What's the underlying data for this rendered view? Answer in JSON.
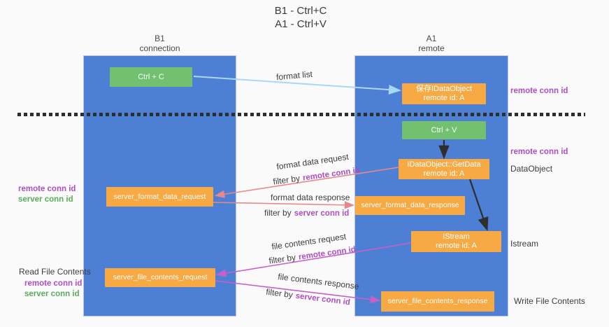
{
  "title": {
    "line1": "B1 - Ctrl+C",
    "line2": "A1 - Ctrl+V"
  },
  "columns": {
    "left": {
      "header_line1": "B1",
      "header_line2": "connection"
    },
    "right": {
      "header_line1": "A1",
      "header_line2": "remote"
    }
  },
  "boxes": {
    "ctrl_c": {
      "label": "Ctrl + C"
    },
    "save_idataobject": {
      "line1": "保存IDataObject",
      "line2": "remote id: A"
    },
    "ctrl_v": {
      "label": "Ctrl + V"
    },
    "getdata": {
      "line1": "IDataObject::GetData",
      "line2": "remote id: A"
    },
    "server_format_data_request": {
      "label": "server_format_data_request"
    },
    "server_format_data_response": {
      "label": "server_format_data_response"
    },
    "istream": {
      "line1": "IStream",
      "line2": "remote id: A"
    },
    "server_file_contents_request": {
      "label": "server_file_contents_request"
    },
    "server_file_contents_response": {
      "label": "server_file_contents_response"
    }
  },
  "arrow_labels": {
    "format_list": "format list",
    "format_data_request": "format data request",
    "format_data_response": "format data response",
    "file_contents_request": "file contents request",
    "file_contents_response": "file contents response",
    "filter_by": "filter by",
    "remote_conn_id": "remote conn id",
    "server_conn_id": "server conn id"
  },
  "side_labels": {
    "remote_conn_id": "remote conn id",
    "server_conn_id": "server conn id",
    "dataobject": "DataObject",
    "istream": "Istream",
    "read_file_contents": "Read File Contents",
    "write_file_contents": "Write File Contents"
  },
  "colors": {
    "column-blue": "#4d80d4",
    "box-orange": "#f7a943",
    "box-green": "#71c171",
    "arrow-blue": "#a9d7f5",
    "arrow-red": "#e98888",
    "arrow-magenta": "#c95fc9",
    "arrow-black": "#2e2e2e",
    "text-purple": "#ab4fc1",
    "text-green": "#5cab5c",
    "text-dark": "#3d3d3d"
  }
}
